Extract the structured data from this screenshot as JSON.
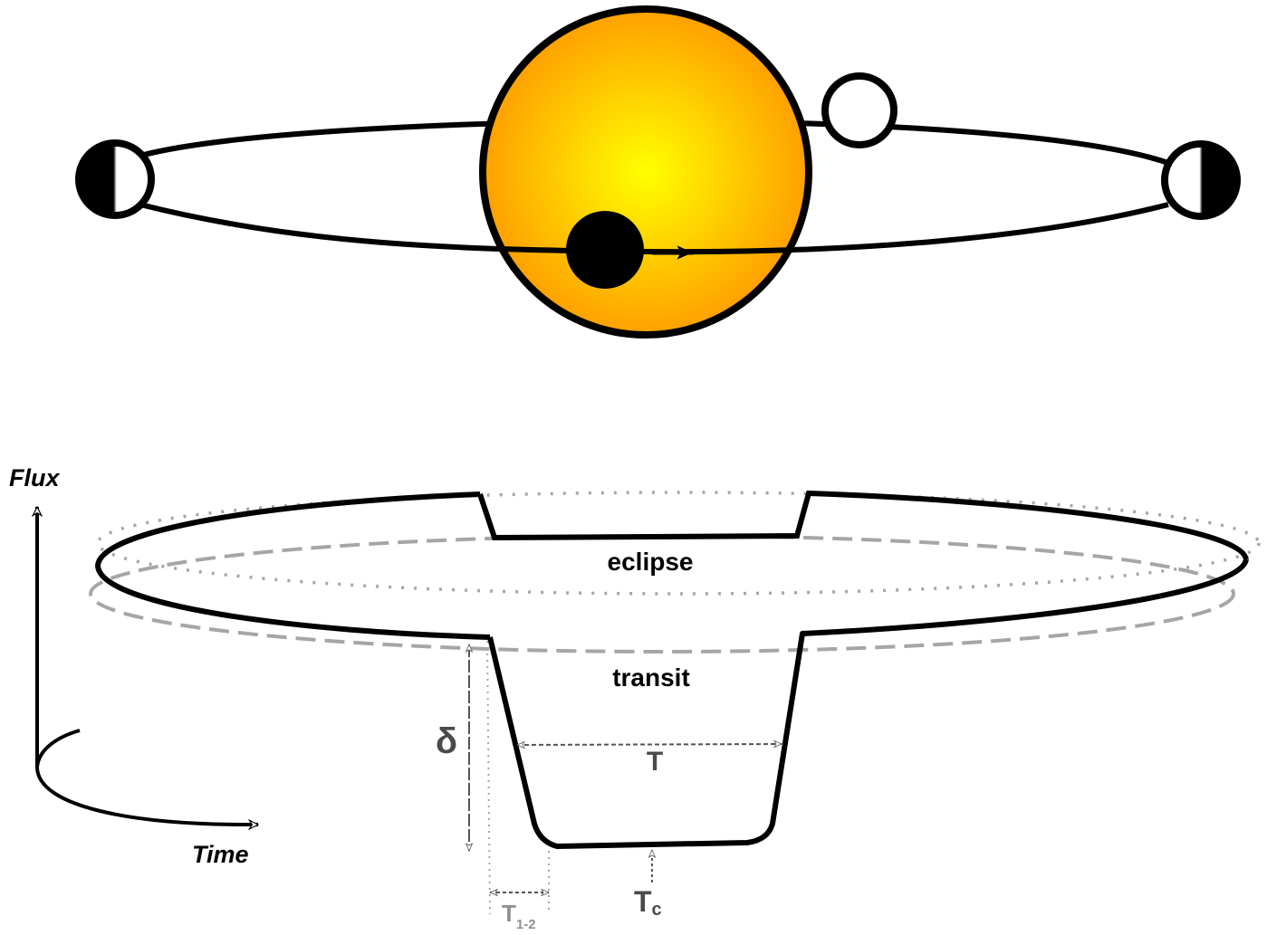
{
  "title": "Transit and eclipse geometry with light curve",
  "colors": {
    "star_center": "#ffff00",
    "star_edge": "#ffa000",
    "outline": "#000000",
    "guide_gray": "#a6a6a6",
    "label_dark_gray": "#4a4a4a",
    "label_light_gray": "#909090"
  },
  "orbit_diagram": {
    "bodies": [
      {
        "name": "star",
        "role": "host star"
      },
      {
        "name": "planet-transit",
        "phase": "in transit (in front of star)",
        "fill": "dark"
      },
      {
        "name": "planet-eclipse",
        "phase": "behind star (secondary eclipse)",
        "fill": "full phase"
      },
      {
        "name": "planet-left-quadrature",
        "phase": "quadrature",
        "fill": "half-lit"
      },
      {
        "name": "planet-right-quadrature",
        "phase": "quadrature",
        "fill": "half-lit"
      }
    ],
    "direction": "left-to-right across star"
  },
  "light_curve": {
    "axes": {
      "flux_label": "Flux",
      "time_label": "Time"
    },
    "labels": {
      "eclipse": "eclipse",
      "transit": "transit",
      "depth": "δ",
      "duration": "T",
      "ingress_base": "T",
      "ingress_sub": "1-2",
      "center_base": "T",
      "center_sub": "c"
    }
  }
}
